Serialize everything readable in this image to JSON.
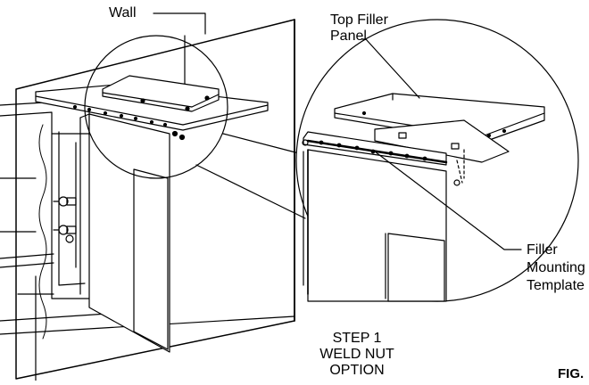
{
  "labels": {
    "wall": "Wall",
    "top_filler_panel": [
      "Top Filler",
      "Panel"
    ],
    "filler_mounting_template": [
      "Filler",
      "Mounting",
      "Template"
    ],
    "step": [
      "STEP 1",
      "WELD NUT",
      "OPTION"
    ],
    "figure_tag": "FIG."
  },
  "colors": {
    "line": "#000000",
    "background": "#ffffff"
  }
}
